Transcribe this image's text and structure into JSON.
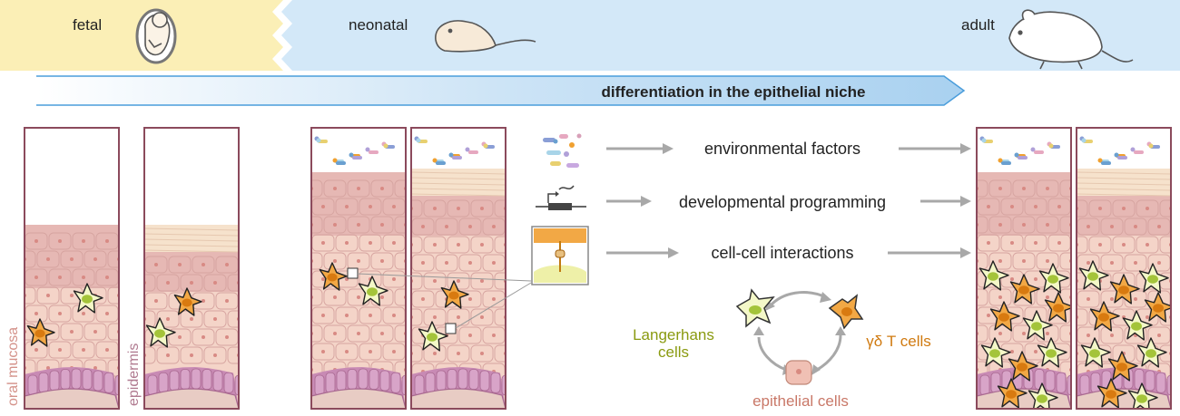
{
  "stages": {
    "fetal": "fetal",
    "neonatal": "neonatal",
    "adult": "adult"
  },
  "arrow_banner": "differentiation in the epithelial niche",
  "factors": {
    "environmental": "environmental factors",
    "developmental": "developmental programming",
    "cell_cell": "cell-cell interactions"
  },
  "tissue_labels": {
    "oral": "oral mucosa",
    "epidermis": "epidermis"
  },
  "cycle_labels": {
    "langerhans_line1": "Langerhans",
    "langerhans_line2": "cells",
    "gd_t": "γδ T cells",
    "epithelial": "epithelial cells"
  },
  "colors": {
    "fetal_band": "#fbefb6",
    "blue_band": "#d3e8f8",
    "arrow_blue": "#4a9ddb",
    "panel_border": "#8b4a5c",
    "langerhans_text": "#8a9a10",
    "gd_t_text": "#d07a10",
    "epithelial_text": "#c97868",
    "oral_label": "#d4928a",
    "epidermis_label": "#b07a90",
    "gray_arrow": "#a8a8a8"
  }
}
